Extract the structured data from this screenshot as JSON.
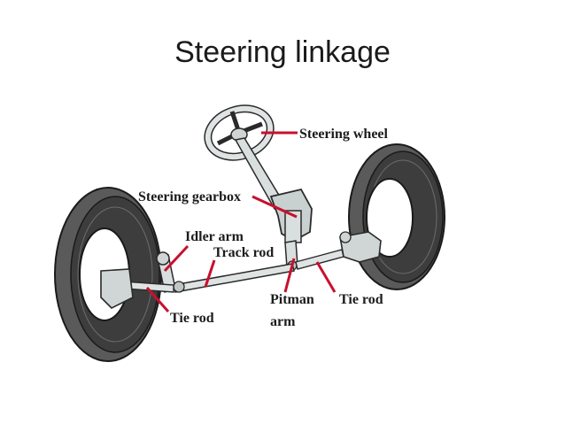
{
  "title": "Steering linkage",
  "labels": {
    "steering_wheel": "Steering wheel",
    "steering_gearbox": "Steering gearbox",
    "idler_arm": "Idler arm",
    "track_rod": "Track rod",
    "pitman_line1": "Pitman",
    "pitman_line2": "arm",
    "tie_rod_left": "Tie rod",
    "tie_rod_right": "Tie rod"
  },
  "colors": {
    "leader_line": "#c8102e",
    "tire": "#4a4a4a",
    "parts": "#d9dede"
  }
}
